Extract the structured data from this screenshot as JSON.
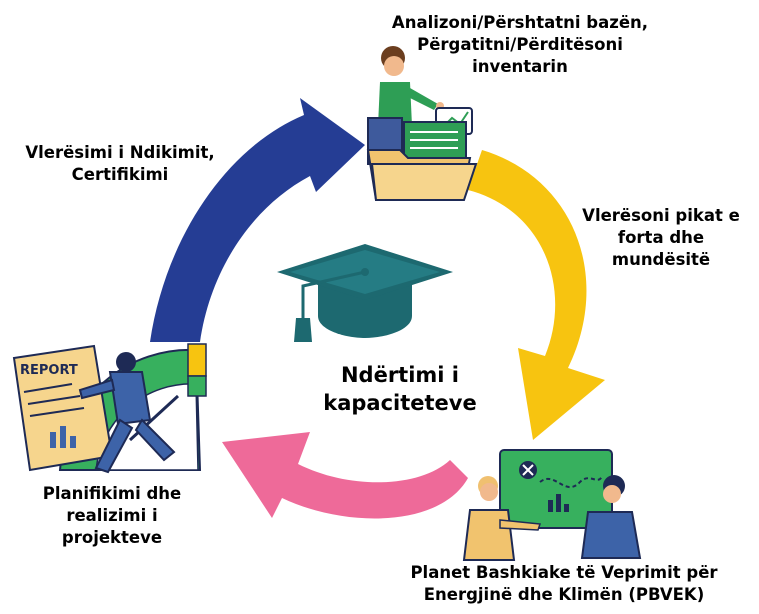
{
  "center": {
    "title_lines": [
      "Ndërtimi i",
      "kapaciteteve"
    ]
  },
  "steps": [
    {
      "lines": [
        "Analizoni/Përshtatni bazën,",
        "Përgatitni/Përditësoni",
        "inventarin"
      ]
    },
    {
      "lines": [
        "Vlerësoni pikat e",
        "forta dhe",
        "mundësitë"
      ]
    },
    {
      "lines": [
        "Planet Bashkiake të Veprimit për",
        "Energjinë dhe Klimën (PBVEK)"
      ]
    },
    {
      "lines": [
        "Planifikimi dhe",
        "realizimi i",
        "projekteve"
      ]
    },
    {
      "lines": [
        "Vlerësimi i Ndikimit,",
        "Certifikimi"
      ]
    }
  ],
  "illustration_text": {
    "report_label": "REPORT"
  },
  "colors": {
    "arrow_blue": "#253d94",
    "arrow_yellow": "#f7c410",
    "arrow_pink": "#ee6a99",
    "cap": "#1d6970",
    "folder": "#f1c36e",
    "board_green": "#37b05e",
    "person_blue": "#3d63a8"
  }
}
